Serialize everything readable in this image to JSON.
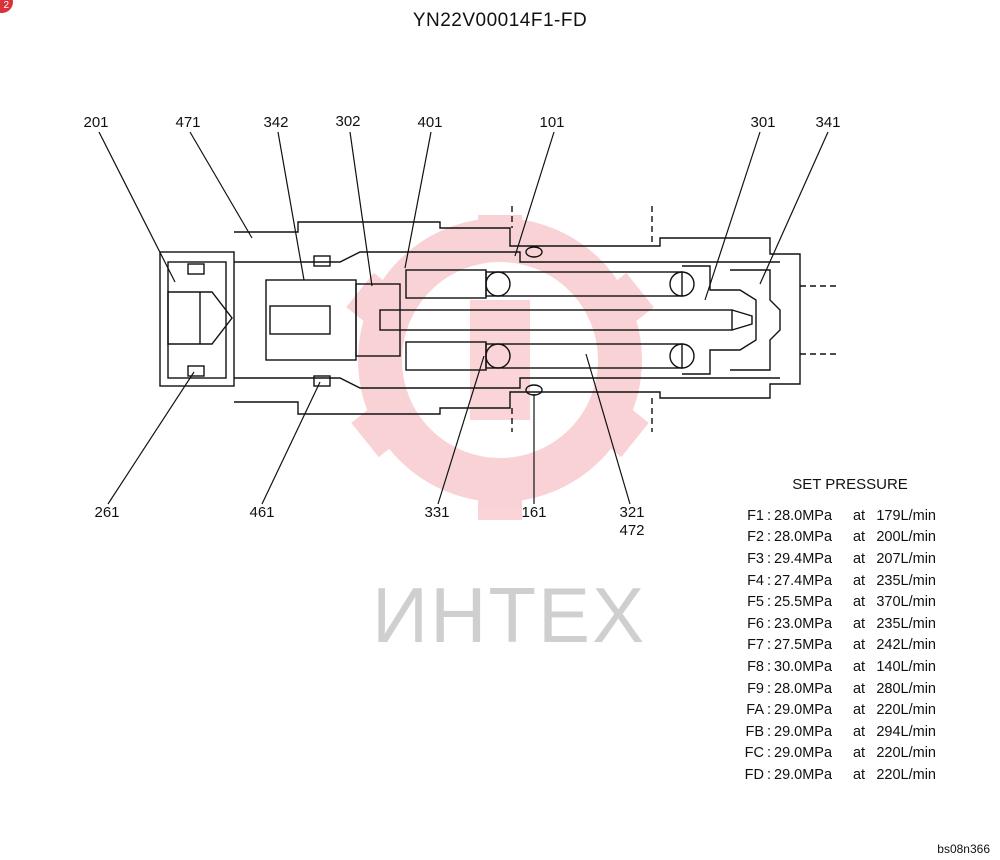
{
  "title": "YN22V00014F1-FD",
  "badge": "2",
  "watermark": "ИНТЕХ",
  "reference": "bs08n366",
  "callouts_top": [
    "201",
    "471",
    "342",
    "302",
    "401",
    "101",
    "301",
    "341"
  ],
  "callouts_bottom": [
    "261",
    "461",
    "331",
    "161",
    "321",
    "472"
  ],
  "set_pressure": {
    "heading": "SET PRESSURE",
    "rows": [
      {
        "id": "F1",
        "sep": ":",
        "pressure": "28.0MPa",
        "at": "at",
        "flow": "179L/min"
      },
      {
        "id": "F2",
        "sep": ":",
        "pressure": "28.0MPa",
        "at": "at",
        "flow": "200L/min"
      },
      {
        "id": "F3",
        "sep": ":",
        "pressure": "29.4MPa",
        "at": "at",
        "flow": "207L/min"
      },
      {
        "id": "F4",
        "sep": ":",
        "pressure": "27.4MPa",
        "at": "at",
        "flow": "235L/min"
      },
      {
        "id": "F5",
        "sep": ":",
        "pressure": "25.5MPa",
        "at": "at",
        "flow": "370L/min"
      },
      {
        "id": "F6",
        "sep": ":",
        "pressure": "23.0MPa",
        "at": "at",
        "flow": "235L/min"
      },
      {
        "id": "F7",
        "sep": ":",
        "pressure": "27.5MPa",
        "at": "at",
        "flow": "242L/min"
      },
      {
        "id": "F8",
        "sep": ":",
        "pressure": "30.0MPa",
        "at": "at",
        "flow": "140L/min"
      },
      {
        "id": "F9",
        "sep": ":",
        "pressure": "28.0MPa",
        "at": "at",
        "flow": "280L/min"
      },
      {
        "id": "FA",
        "sep": ":",
        "pressure": "29.0MPa",
        "at": "at",
        "flow": "220L/min"
      },
      {
        "id": "FB",
        "sep": ":",
        "pressure": "29.0MPa",
        "at": "at",
        "flow": "294L/min"
      },
      {
        "id": "FC",
        "sep": ":",
        "pressure": "29.0MPa",
        "at": "at",
        "flow": "220L/min"
      },
      {
        "id": "FD",
        "sep": ":",
        "pressure": "29.0MPa",
        "at": "at",
        "flow": "220L/min"
      }
    ]
  }
}
